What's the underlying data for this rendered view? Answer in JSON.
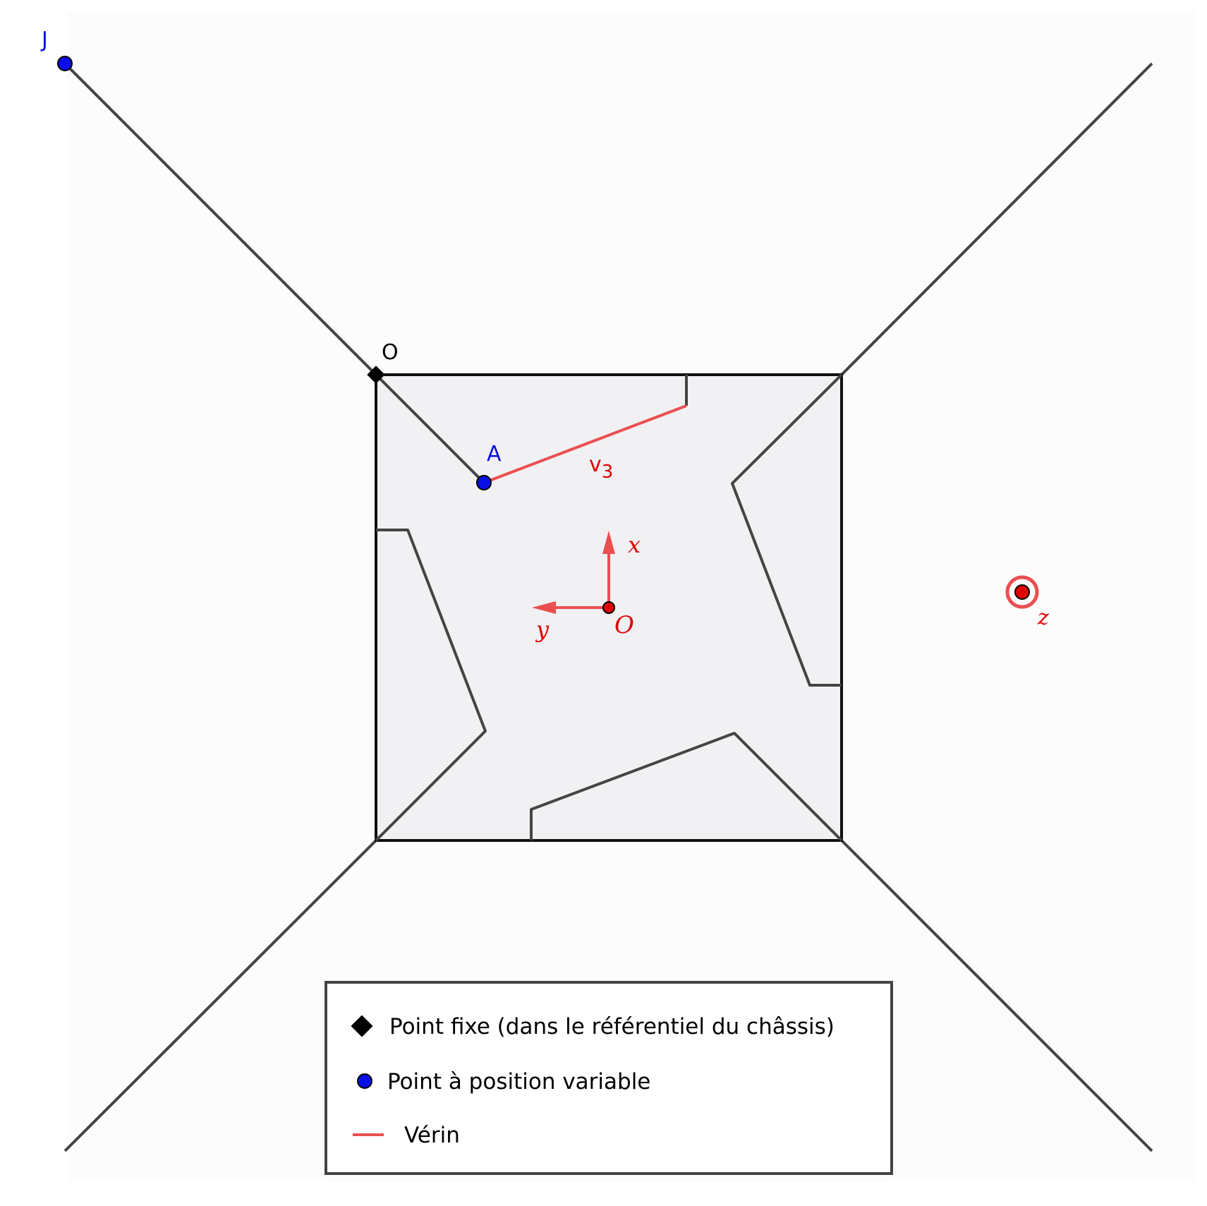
{
  "diagram": {
    "colors": {
      "frame": "#111111",
      "link": "#444444",
      "platform_fill": "#f1f0f2",
      "background_area": "#fcfcfc",
      "actuator": "#ea4f50",
      "variable_point": "#0a0fe6",
      "fixed_point": "#000000",
      "axis": "#ea4f50",
      "origin_dot": "#e00000"
    },
    "labels": {
      "point_J": "J",
      "point_O_fixed": "O",
      "point_A": "A",
      "actuator_v": "v",
      "actuator_sub": "3",
      "axis_x": "x",
      "axis_y": "y",
      "axis_origin": "O",
      "axis_z": "z"
    },
    "legend": {
      "items": [
        {
          "symbol": "fixed-point-diamond",
          "label": "Point fixe (dans le référentiel du châssis)"
        },
        {
          "symbol": "variable-point-circle",
          "label": "Point à position variable"
        },
        {
          "symbol": "actuator-line",
          "label": "Vérin"
        }
      ]
    }
  }
}
